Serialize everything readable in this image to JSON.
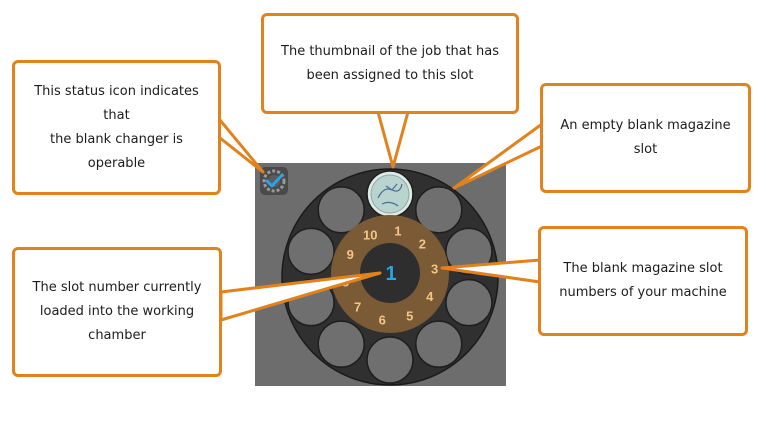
{
  "callouts": {
    "status_icon": "This status icon indicates that\nthe blank changer is operable",
    "thumbnail": "The thumbnail of the job that has\nbeen assigned to this slot",
    "empty_slot": "An empty blank magazine slot",
    "current_slot": "The slot number currently\nloaded into the working\nchamber",
    "slot_numbers": "The blank magazine slot\nnumbers of your machine"
  },
  "magazine": {
    "current_slot": "1",
    "slot_numbers": [
      "1",
      "2",
      "3",
      "4",
      "5",
      "6",
      "7",
      "8",
      "9",
      "10"
    ],
    "slot_count": 10
  },
  "colors": {
    "accent": "#e1821d",
    "panel": "#6d6d6d",
    "magazine_outer": "#303030",
    "slot_fill": "#6f6f6f",
    "number_ring": "#7b5a36",
    "number_text": "#f3c586",
    "current_number": "#2aa3ea"
  },
  "icons": {
    "status": "check-gear-icon",
    "thumbnail": "job-thumbnail-icon"
  }
}
